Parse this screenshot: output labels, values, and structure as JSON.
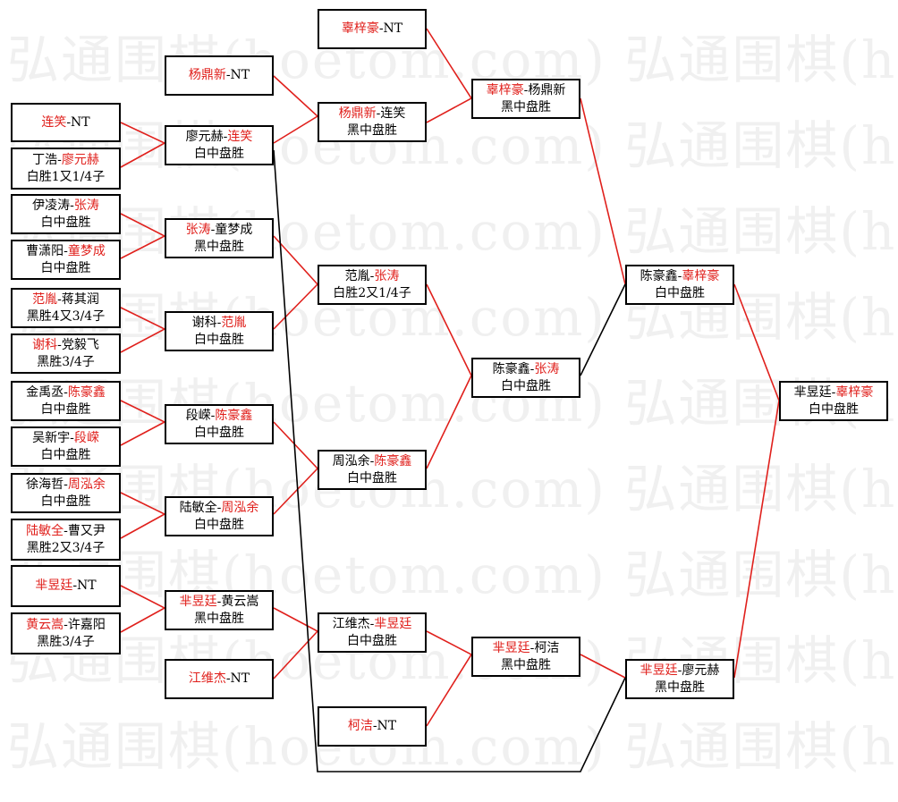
{
  "watermark": "弘通围棋(hoetom.com)",
  "colors": {
    "winner": "#e0201c",
    "line_red": "#e0201c",
    "line_black": "#000000"
  },
  "round1": {
    "m1": {
      "l1": [
        {
          "t": "连笑",
          "w": true
        },
        {
          "t": "-NT",
          "w": false
        }
      ],
      "l2": [
        {
          "t": "丁浩-",
          "w": false
        },
        {
          "t": "廖元赫",
          "w": true
        }
      ],
      "result": "白胜1又1/4子"
    },
    "m2": {
      "l1": [
        {
          "t": "伊凌涛-",
          "w": false
        },
        {
          "t": "张涛",
          "w": true
        }
      ],
      "result1": "白中盘胜",
      "l2": [
        {
          "t": "曹潇阳-",
          "w": false
        },
        {
          "t": "童梦成",
          "w": true
        }
      ],
      "result2": "白中盘胜"
    },
    "m3": {
      "l1": [
        {
          "t": "范胤",
          "w": true
        },
        {
          "t": "-蒋其润",
          "w": false
        }
      ],
      "result1": "黑胜4又3/4子",
      "l2": [
        {
          "t": "谢科",
          "w": true
        },
        {
          "t": "-党毅飞",
          "w": false
        }
      ],
      "result2": "黑胜3/4子"
    },
    "m4": {
      "l1": [
        {
          "t": "金禹丞-",
          "w": false
        },
        {
          "t": "陈豪鑫",
          "w": true
        }
      ],
      "result1": "白中盘胜",
      "l2": [
        {
          "t": "吴新宇-",
          "w": false
        },
        {
          "t": "段嵘",
          "w": true
        }
      ],
      "result2": "白中盘胜"
    },
    "m5": {
      "l1": [
        {
          "t": "徐海哲-",
          "w": false
        },
        {
          "t": "周泓余",
          "w": true
        }
      ],
      "result1": "白中盘胜",
      "l2": [
        {
          "t": "陆敏全",
          "w": true
        },
        {
          "t": "-曹又尹",
          "w": false
        }
      ],
      "result2": "黑胜2又3/4子"
    },
    "m6": {
      "l1": [
        {
          "t": "芈昱廷",
          "w": true
        },
        {
          "t": "-NT",
          "w": false
        }
      ],
      "l2": [
        {
          "t": "黄云嵩",
          "w": true
        },
        {
          "t": "-许嘉阳",
          "w": false
        }
      ],
      "result": "黑胜3/4子"
    }
  },
  "round2": {
    "a": {
      "l1": [
        {
          "t": "杨鼎新",
          "w": true
        },
        {
          "t": "-NT",
          "w": false
        }
      ]
    },
    "b": {
      "l1": [
        {
          "t": "廖元赫-",
          "w": false
        },
        {
          "t": "连笑",
          "w": true
        }
      ],
      "result": "白中盘胜"
    },
    "c": {
      "l1": [
        {
          "t": "张涛",
          "w": true
        },
        {
          "t": "-童梦成",
          "w": false
        }
      ],
      "result": "黑中盘胜"
    },
    "d": {
      "l1": [
        {
          "t": "谢科-",
          "w": false
        },
        {
          "t": "范胤",
          "w": true
        }
      ],
      "result": "白中盘胜"
    },
    "e": {
      "l1": [
        {
          "t": "段嵘-",
          "w": false
        },
        {
          "t": "陈豪鑫",
          "w": true
        }
      ],
      "result": "白中盘胜"
    },
    "f": {
      "l1": [
        {
          "t": "陆敏全-",
          "w": false
        },
        {
          "t": "周泓余",
          "w": true
        }
      ],
      "result": "白中盘胜"
    },
    "g": {
      "l1": [
        {
          "t": "芈昱廷",
          "w": true
        },
        {
          "t": "-黄云嵩",
          "w": false
        }
      ],
      "result": "黑中盘胜"
    },
    "h": {
      "l1": [
        {
          "t": "江维杰",
          "w": true
        },
        {
          "t": "-NT",
          "w": false
        }
      ]
    }
  },
  "round3": {
    "a": {
      "l1": [
        {
          "t": "辜梓豪",
          "w": true
        },
        {
          "t": "-NT",
          "w": false
        }
      ]
    },
    "b": {
      "l1": [
        {
          "t": "杨鼎新",
          "w": true
        },
        {
          "t": "-连笑",
          "w": false
        }
      ],
      "result": "黑中盘胜"
    },
    "c": {
      "l1": [
        {
          "t": "范胤-",
          "w": false
        },
        {
          "t": "张涛",
          "w": true
        }
      ],
      "result": "白胜2又1/4子"
    },
    "d": {
      "l1": [
        {
          "t": "周泓余-",
          "w": false
        },
        {
          "t": "陈豪鑫",
          "w": true
        }
      ],
      "result": "白中盘胜"
    },
    "e": {
      "l1": [
        {
          "t": "江维杰-",
          "w": false
        },
        {
          "t": "芈昱廷",
          "w": true
        }
      ],
      "result": "白中盘胜"
    },
    "f": {
      "l1": [
        {
          "t": "柯洁",
          "w": true
        },
        {
          "t": "-NT",
          "w": false
        }
      ]
    }
  },
  "round4": {
    "a": {
      "l1": [
        {
          "t": "辜梓豪",
          "w": true
        },
        {
          "t": "-杨鼎新",
          "w": false
        }
      ],
      "result": "黑中盘胜"
    },
    "b": {
      "l1": [
        {
          "t": "陈豪鑫-",
          "w": false
        },
        {
          "t": "张涛",
          "w": true
        }
      ],
      "result": "白中盘胜"
    },
    "c": {
      "l1": [
        {
          "t": "芈昱廷",
          "w": true
        },
        {
          "t": "-柯洁",
          "w": false
        }
      ],
      "result": "黑中盘胜"
    }
  },
  "round5": {
    "a": {
      "l1": [
        {
          "t": "陈豪鑫-",
          "w": false
        },
        {
          "t": "辜梓豪",
          "w": true
        }
      ],
      "result": "白中盘胜"
    },
    "b": {
      "l1": [
        {
          "t": "芈昱廷",
          "w": true
        },
        {
          "t": "-廖元赫",
          "w": false
        }
      ],
      "result": "黑中盘胜"
    }
  },
  "final": {
    "l1": [
      {
        "t": "芈昱廷-",
        "w": false
      },
      {
        "t": "辜梓豪",
        "w": true
      }
    ],
    "result": "白中盘胜"
  }
}
